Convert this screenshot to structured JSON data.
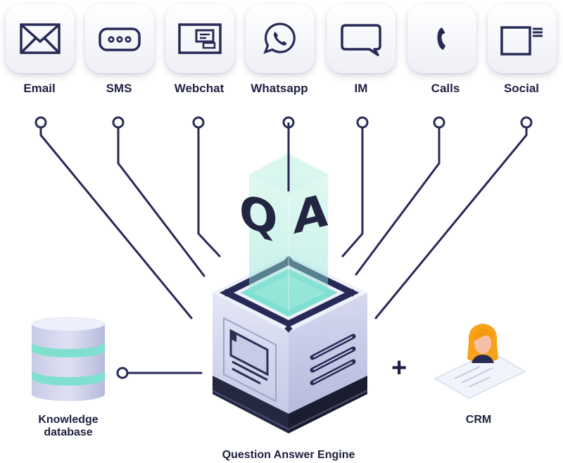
{
  "channels": [
    {
      "label": "Email",
      "icon": "email-icon"
    },
    {
      "label": "SMS",
      "icon": "sms-icon"
    },
    {
      "label": "Webchat",
      "icon": "webchat-icon"
    },
    {
      "label": "Whatsapp",
      "icon": "whatsapp-icon"
    },
    {
      "label": "IM",
      "icon": "im-icon"
    },
    {
      "label": "Calls",
      "icon": "phone-icon"
    },
    {
      "label": "Social",
      "icon": "social-icon"
    }
  ],
  "engine": {
    "label": "Question Answer Engine",
    "letters": [
      "Q",
      "A"
    ]
  },
  "knowledge": {
    "label_line1": "Knowledge",
    "label_line2": "database"
  },
  "plus": "+",
  "crm": {
    "label": "CRM"
  },
  "colors": {
    "line": "#262a55",
    "accent": "#5fd6c4",
    "server_light": "#d5d8ee",
    "server_dark": "#24273f",
    "avatar_hair": "#f7a21a"
  }
}
